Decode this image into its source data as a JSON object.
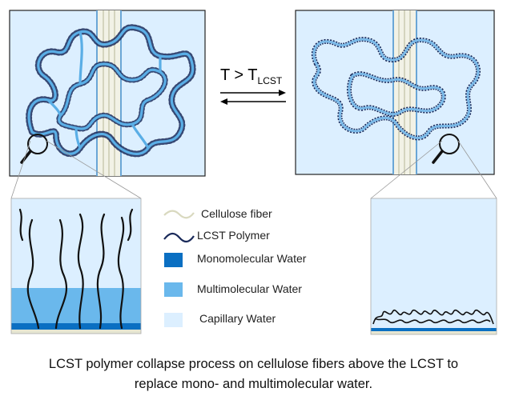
{
  "transition": {
    "label_main": "T > T",
    "label_sub": "LCST"
  },
  "legend": {
    "items": [
      {
        "label": "Cellulose fiber",
        "kind": "fiber-line",
        "color": "#d9d9bf"
      },
      {
        "label": "LCST Polymer",
        "kind": "polymer-line",
        "color": "#1a2a5a"
      },
      {
        "label": "Monomolecular Water",
        "kind": "swatch",
        "color": "#0a6fc2"
      },
      {
        "label": "Multimolecular Water",
        "kind": "swatch",
        "color": "#6ab8ec"
      },
      {
        "label": "Capillary Water",
        "kind": "swatch",
        "color": "#dcefff"
      }
    ]
  },
  "caption": {
    "line1": "LCST polymer collapse process on cellulose fibers above the LCST to",
    "line2": "replace mono- and multimolecular water."
  },
  "colors": {
    "capillary": "#dcefff",
    "multimolecular": "#6ab8ec",
    "monomolecular": "#0a6fc2",
    "polymer": "#1a2a5a",
    "fiber": "#d9d9bf",
    "network": "#6ab4e6"
  }
}
